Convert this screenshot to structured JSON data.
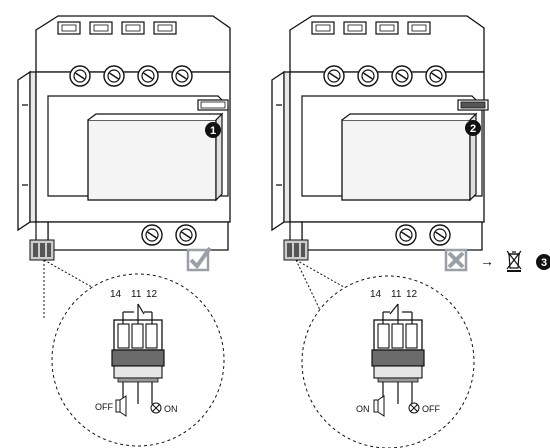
{
  "devices": [
    {
      "id": "left",
      "badge": "1",
      "status_icon": "check-icon",
      "status_color": "#9aa0a6",
      "contact_labels": [
        "14",
        "11",
        "12"
      ],
      "switch_left": "OFF",
      "switch_right": "ON"
    },
    {
      "id": "right",
      "badge": "2",
      "status_icon": "cross-icon",
      "status_color": "#9aa0a6",
      "contact_labels": [
        "14",
        "11",
        "12"
      ],
      "switch_left": "ON",
      "switch_right": "OFF"
    }
  ],
  "replacement": {
    "arrow_glyph": "→",
    "icon": "crossed-bin-icon",
    "badge": "3"
  }
}
